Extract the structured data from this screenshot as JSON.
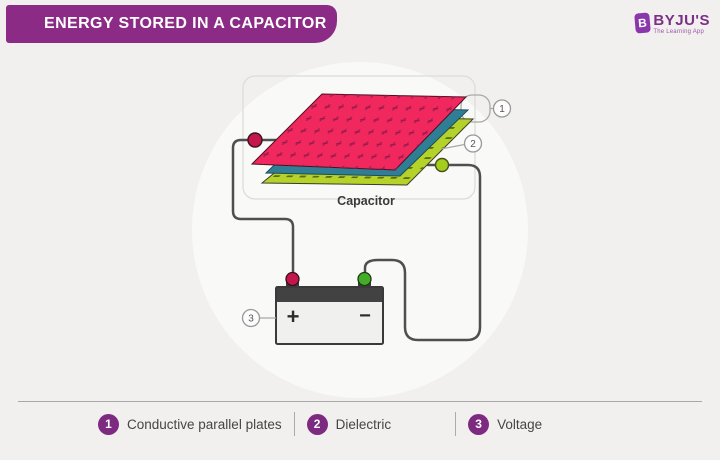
{
  "header": {
    "title": "ENERGY STORED IN A CAPACITOR"
  },
  "logo": {
    "icon_letter": "B",
    "name": "BYJU'S",
    "tagline": "The Learning App"
  },
  "diagram": {
    "capacitor_label": "Capacitor",
    "battery": {
      "plus": "+",
      "minus": "−"
    },
    "callouts": {
      "c1": "1",
      "c2": "2",
      "c3": "3"
    }
  },
  "legend": {
    "items": [
      {
        "num": "1",
        "label": "Conductive parallel plates"
      },
      {
        "num": "2",
        "label": "Dielectric"
      },
      {
        "num": "3",
        "label": "Voltage"
      }
    ]
  },
  "colors": {
    "header_bg": "#8b2b85",
    "page_bg": "#f1f0ee",
    "plate_pink": "#f0285e",
    "plate_plus_marks": "#9e1b4d",
    "dielectric_blue": "#2f7e95",
    "plate_green": "#b4d229",
    "plate_dash_marks": "#5a6b10",
    "wire": "#4f4f4f",
    "terminal_red": "#c4164a",
    "terminal_green_battery": "#43ad27",
    "terminal_green_capacitor": "#a5cd1d",
    "legend_badge": "#7d2b80"
  }
}
